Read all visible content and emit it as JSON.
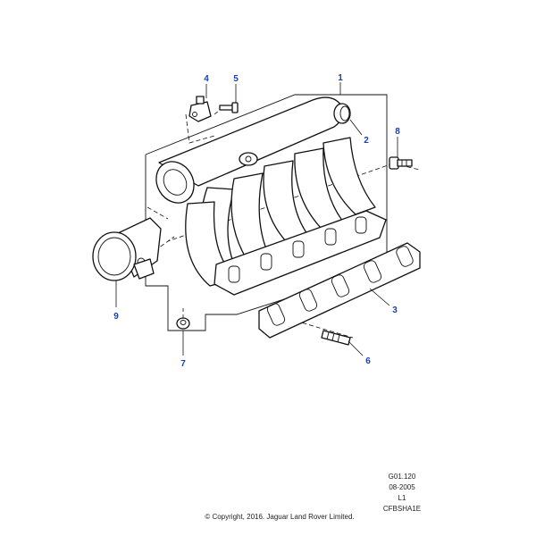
{
  "callouts": {
    "p1": "1",
    "p2": "2",
    "p3": "3",
    "p4": "4",
    "p5": "5",
    "p6": "6",
    "p7": "7",
    "p8": "8",
    "p9": "9"
  },
  "info": {
    "line1": "G01.120",
    "line2": "08-2005",
    "line3": "L1",
    "line4": "CFBSHA1E"
  },
  "copyright": "© Copyright, 2016. Jaguar Land Rover Limited.",
  "colors": {
    "callout": "#1a3fb0",
    "line": "#111111"
  }
}
